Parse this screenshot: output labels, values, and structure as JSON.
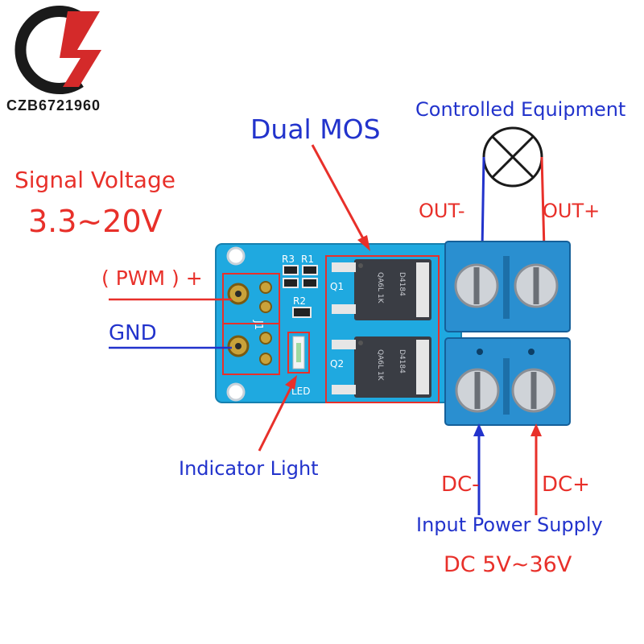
{
  "logo": {
    "text": "CZB6721960"
  },
  "labels": {
    "signal_voltage": "Signal Voltage",
    "signal_range": "3.3~20V",
    "pwm": "( PWM ) +",
    "gnd": "GND",
    "dual_mos": "Dual MOS",
    "controlled_equipment": "Controlled Equipment",
    "out_minus": "OUT-",
    "out_plus": "OUT+",
    "indicator_light": "Indicator Light",
    "dc_minus": "DC-",
    "dc_plus": "DC+",
    "input_power_supply": "Input Power Supply",
    "dc_range": "DC 5V~36V"
  },
  "board": {
    "r3": "R3",
    "r1": "R1",
    "r2": "R2",
    "j1": "J1",
    "q1": "Q1",
    "q2": "Q2",
    "led": "LED",
    "mos_marking": "D4184",
    "mos_code": "QA6L 1K"
  },
  "colors": {
    "label_red": "#e8302a",
    "label_blue": "#2233cc",
    "board_blue": "#1fa9e0",
    "terminal_blue": "#2a8fd0"
  }
}
